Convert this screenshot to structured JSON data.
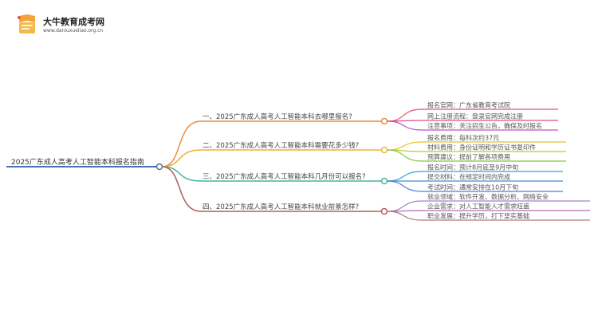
{
  "header": {
    "site_name": "大牛教育成考网",
    "site_url": "www.daniuxueliao.org.cn"
  },
  "mindmap": {
    "root": "2025广东成人高考人工智能本科报名指南",
    "branches": [
      {
        "label": "一、2025广东成人高考人工智能本科去哪里报名?",
        "color": "#f08a3c",
        "leaves": [
          {
            "label": "报名官网：广东省教育考试院",
            "color": "#e05a6a"
          },
          {
            "label": "网上注册流程：登录官网完成注册",
            "color": "#d94f8c"
          },
          {
            "label": "注意事项：关注招生公告，确保及时报名",
            "color": "#c74fbf"
          }
        ]
      },
      {
        "label": "二、2025广东成人高考人工智能本科需要花多少钱?",
        "color": "#f2b22e",
        "leaves": [
          {
            "label": "报名费用：每科次约37元",
            "color": "#e8c22a"
          },
          {
            "label": "材料费用：身份证明和学历证书复印件",
            "color": "#b9c93a"
          },
          {
            "label": "预算建议：提前了解各项费用",
            "color": "#8cc43e"
          }
        ]
      },
      {
        "label": "三、2025广东成人高考人工智能本科几月份可以报名?",
        "color": "#3fb8a2",
        "leaves": [
          {
            "label": "报名时间：预计8月底至9月中旬",
            "color": "#3a9fd0"
          },
          {
            "label": "提交材料：在规定时间内完成",
            "color": "#3f8fd8"
          },
          {
            "label": "考试时间：通常安排在10月下旬",
            "color": "#4a7fd6"
          }
        ]
      },
      {
        "label": "四、2025广东成人高考人工智能本科就业前景怎样?",
        "color": "#b55a5a",
        "leaves": [
          {
            "label": "就业领域：软件开发、数据分析、网络安全",
            "color": "#a87fd0"
          },
          {
            "label": "企业需求：对人工智能人才需求旺盛",
            "color": "#b06ab8"
          },
          {
            "label": "职业发展：提升学历，打下坚实基础",
            "color": "#b07a7a"
          }
        ]
      }
    ]
  }
}
